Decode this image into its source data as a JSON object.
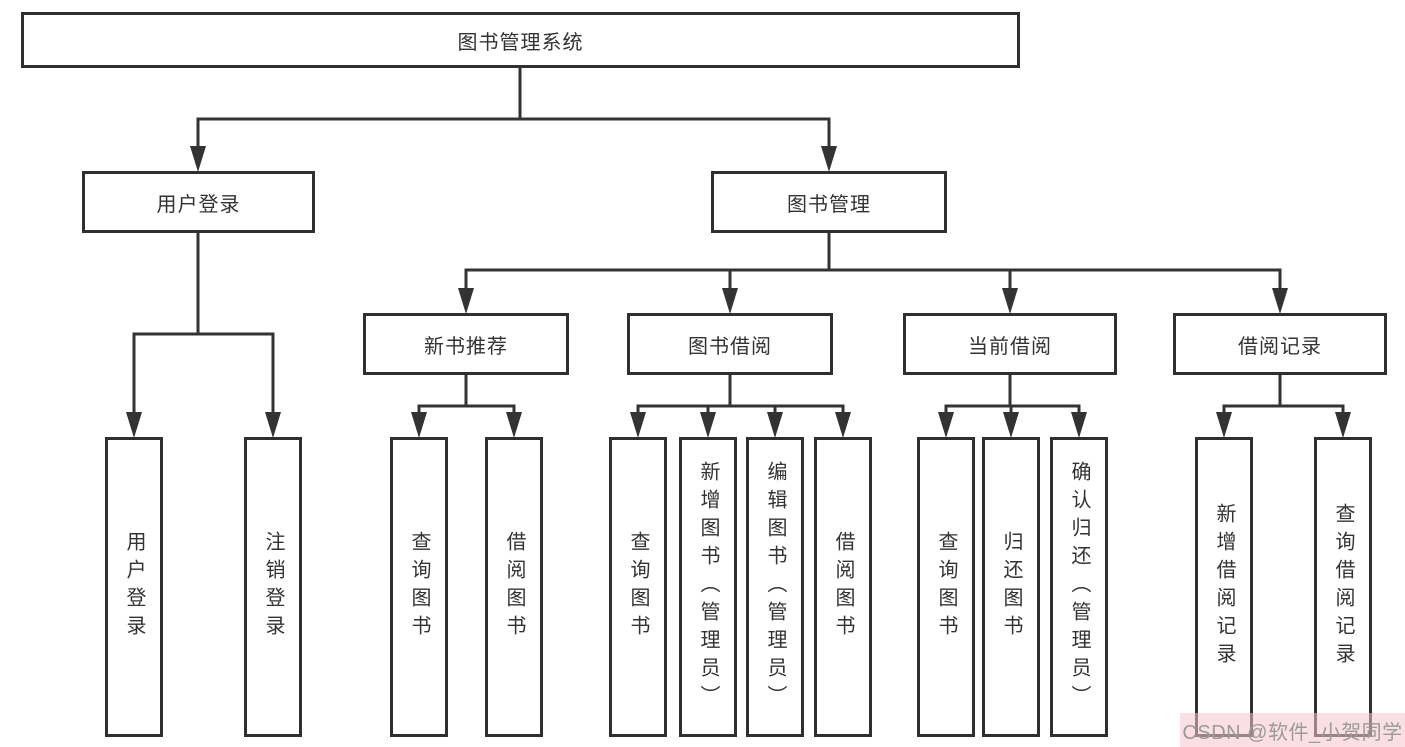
{
  "diagram": {
    "root": {
      "label": "图书管理系统"
    },
    "branches": [
      {
        "label": "用户登录",
        "children": [
          {
            "label": "用户登录"
          },
          {
            "label": "注销登录"
          }
        ]
      },
      {
        "label": "图书管理",
        "children": [
          {
            "label": "新书推荐",
            "children": [
              {
                "label": "查询图书"
              },
              {
                "label": "借阅图书"
              }
            ]
          },
          {
            "label": "图书借阅",
            "children": [
              {
                "label": "查询图书"
              },
              {
                "label": "新增图书（管理员）"
              },
              {
                "label": "编辑图书（管理员）"
              },
              {
                "label": "借阅图书"
              }
            ]
          },
          {
            "label": "当前借阅",
            "children": [
              {
                "label": "查询图书"
              },
              {
                "label": "归还图书"
              },
              {
                "label": "确认归还（管理员）"
              }
            ]
          },
          {
            "label": "借阅记录",
            "children": [
              {
                "label": "新增借阅记录"
              },
              {
                "label": "查询借阅记录"
              }
            ]
          }
        ]
      }
    ]
  },
  "watermark": {
    "text": "CSDN @软件_小贺同学"
  },
  "colors": {
    "node_border": "#2f2f2f",
    "connector": "#333333",
    "text": "#333333",
    "watermark_text": "#9a9a9a",
    "watermark_bg": "#f5c6cd",
    "background": "#ffffff"
  }
}
